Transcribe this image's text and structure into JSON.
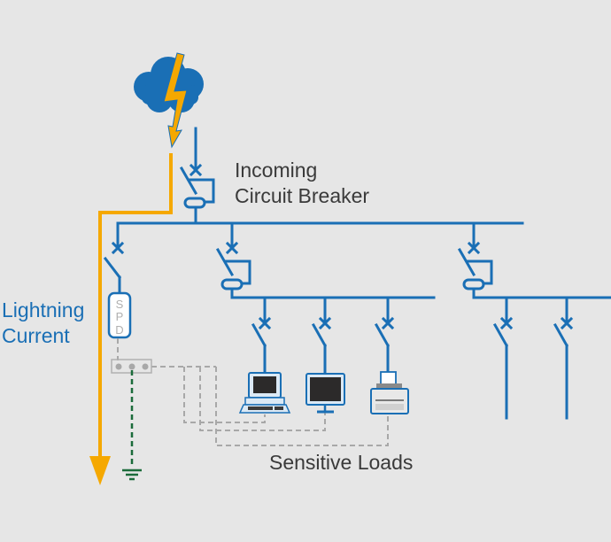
{
  "diagram": {
    "title": "Lightning protection single-line diagram",
    "labels": {
      "incoming_line1": "Incoming",
      "incoming_line2": "Circuit Breaker",
      "lightning_line1": "Lightning",
      "lightning_line2": "Current",
      "spd_letters": [
        "S",
        "P",
        "D"
      ],
      "sensitive_loads": "Sensitive Loads"
    },
    "loads": [
      "computer",
      "monitor",
      "printer"
    ],
    "icons": [
      "storm-cloud",
      "lightning-bolt",
      "ground-symbol",
      "circuit-breaker",
      "rcd-breaker"
    ],
    "colors": {
      "background": "#e6e6e6",
      "circuit": "#1a6fb5",
      "lightning": "#f5a800",
      "ground": "#1b6b3a",
      "dashed_link": "#a8a8a8",
      "text_dark": "#3a3a3a",
      "text_blue": "#1a6fb5"
    }
  }
}
